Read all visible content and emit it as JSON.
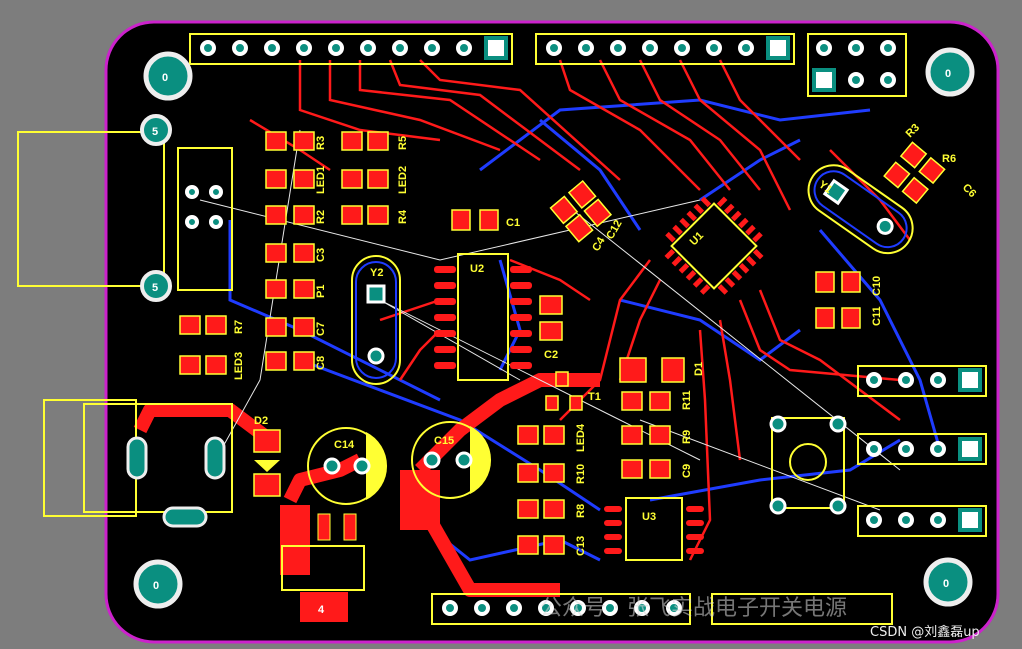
{
  "board": {
    "mount_hole_label": "0",
    "usb_hole_label": "5",
    "components": {
      "u1": "U1",
      "u2": "U2",
      "u3": "U3",
      "y1": "Y1",
      "y2": "Y2",
      "r2": "R2",
      "r3": "R3",
      "r4": "R4",
      "r5": "R5",
      "r6": "R6",
      "r7": "R7",
      "r8": "R8",
      "r9": "R9",
      "r10": "R10",
      "r11": "R11",
      "led1": "LED1",
      "led2": "LED2",
      "led3": "LED3",
      "led4": "LED4",
      "c1": "C1",
      "c2": "C2",
      "c3": "C3",
      "c4": "C4",
      "c6": "C6",
      "c7": "C7",
      "c8": "C8",
      "c9": "C9",
      "c10": "C10",
      "c11": "C11",
      "c12": "C12",
      "c13": "C13",
      "c14": "C14",
      "c15": "C15",
      "d1": "D1",
      "d2": "D2",
      "p1": "P1",
      "t1": "T1",
      "pad4": "4"
    }
  },
  "watermark": "公众号 · 张飞实战电子开关电源",
  "credit": "CSDN @刘鑫磊up"
}
